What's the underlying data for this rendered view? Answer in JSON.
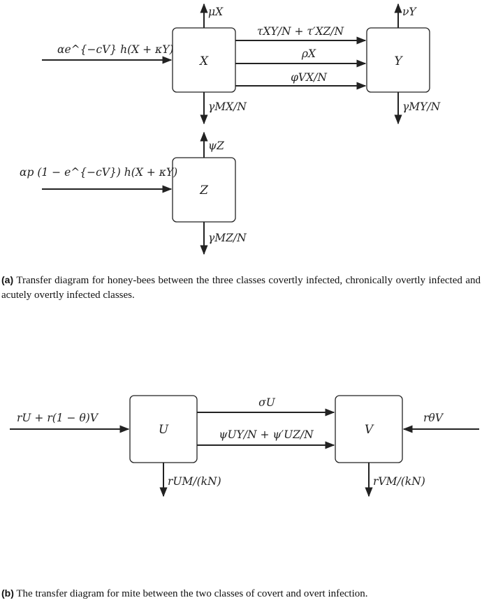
{
  "diagram_a": {
    "nodes": {
      "x": "X",
      "y": "Y",
      "z": "Z"
    },
    "labels": {
      "x_in": "αe^{−cV} h(X + κY)",
      "x_top": "μX",
      "x_bottom": "γMX/N",
      "xy_1": "τXY/N + τ′XZ/N",
      "xy_2": "ρX",
      "xy_3": "φVX/N",
      "y_top": "νY",
      "y_bottom": "γMY/N",
      "z_in": "αp (1 − e^{−cV}) h(X + κY)",
      "z_top": "ψZ",
      "z_bottom": "γMZ/N"
    },
    "caption_tag": "(a)",
    "caption_text": "Transfer diagram for honey-bees between the three classes covertly infected, chronically overtly infected and acutely overtly infected classes."
  },
  "diagram_b": {
    "nodes": {
      "u": "U",
      "v": "V"
    },
    "labels": {
      "u_in": "rU + r(1 − θ)V",
      "uv_1": "σU",
      "uv_2": "ψUY/N + ψ′UZ/N",
      "v_in": "rθV",
      "u_bottom": "rUM/(kN)",
      "v_bottom": "rVM/(kN)"
    },
    "caption_tag": "(b)",
    "caption_text": "The transfer diagram for mite between the two classes of covert and overt infection."
  }
}
